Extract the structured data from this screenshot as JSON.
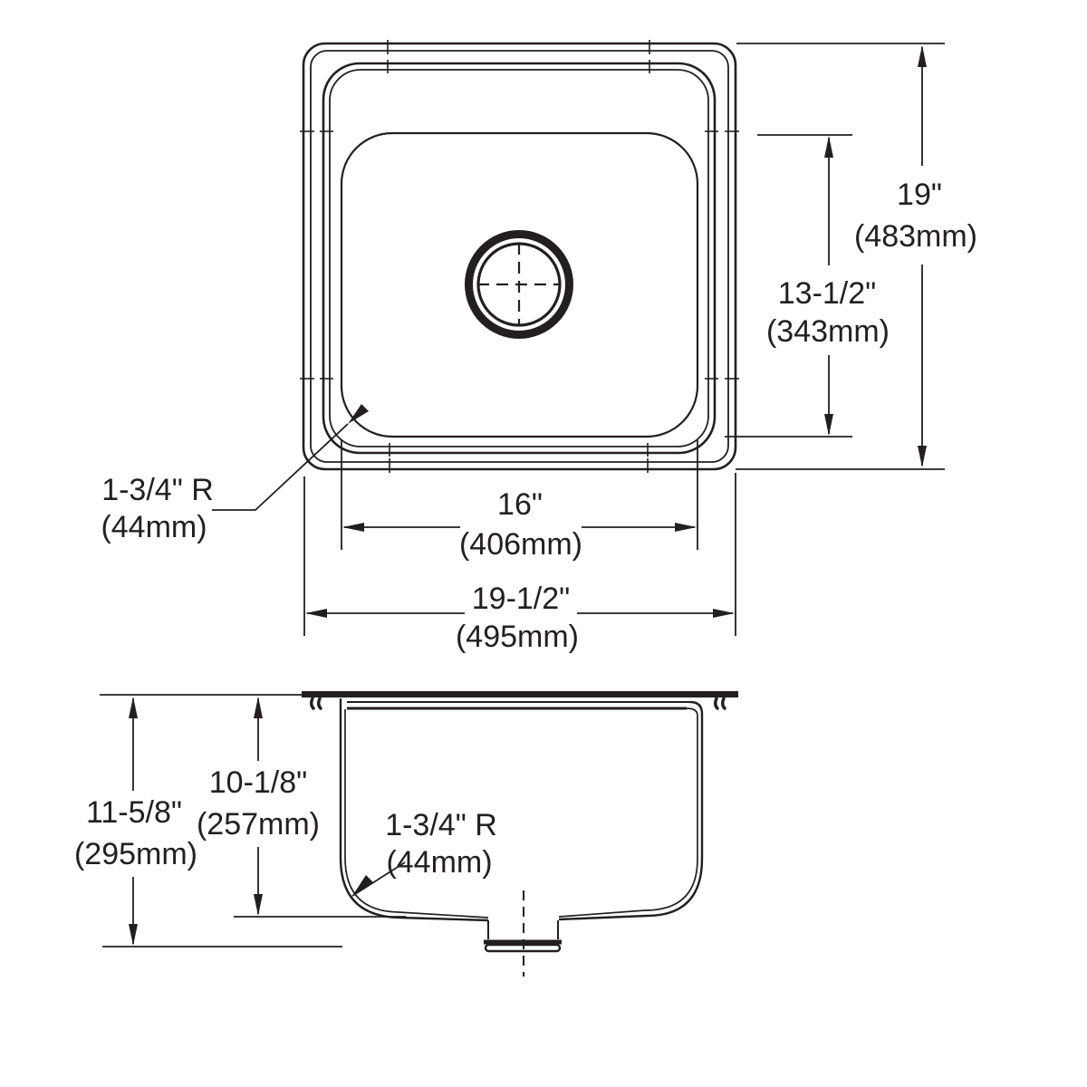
{
  "drawing": {
    "type": "sink-technical-dimension-drawing",
    "views": [
      "top-plan-view",
      "side-section-view"
    ],
    "line_color": "#231f20",
    "background_color": "#ffffff"
  },
  "dims": {
    "overall_height": {
      "imperial": "19\"",
      "metric": "(483mm)"
    },
    "bowl_front_to_back": {
      "imperial": "13-1/2\"",
      "metric": "(343mm)"
    },
    "bowl_width": {
      "imperial": "16\"",
      "metric": "(406mm)"
    },
    "overall_width": {
      "imperial": "19-1/2\"",
      "metric": "(495mm)"
    },
    "corner_radius_top": {
      "imperial": "1-3/4\" R",
      "metric": "(44mm)"
    },
    "overall_depth": {
      "imperial": "11-5/8\"",
      "metric": "(295mm)"
    },
    "bowl_depth": {
      "imperial": "10-1/8\"",
      "metric": "(257mm)"
    },
    "corner_radius_side": {
      "imperial": "1-3/4\" R",
      "metric": "(44mm)"
    }
  }
}
